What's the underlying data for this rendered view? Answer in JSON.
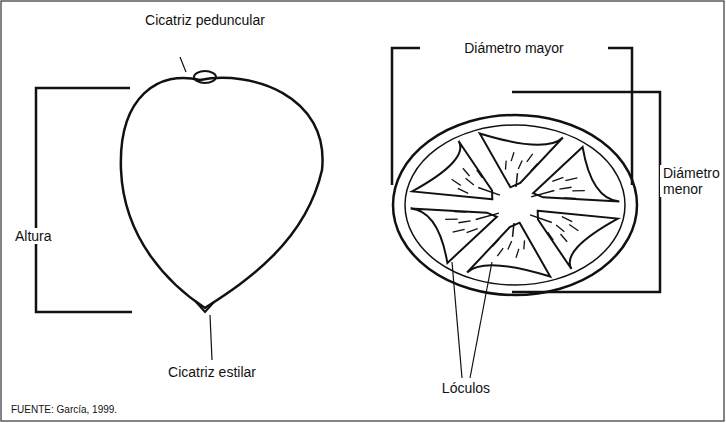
{
  "diagram": {
    "labels": [
      "Cicatriz peduncular",
      "Altura",
      "Cicatriz estilar",
      "Diámetro mayor",
      "Diámetro menor",
      "Lóculos",
      "FUENTE: García, 1999."
    ]
  }
}
